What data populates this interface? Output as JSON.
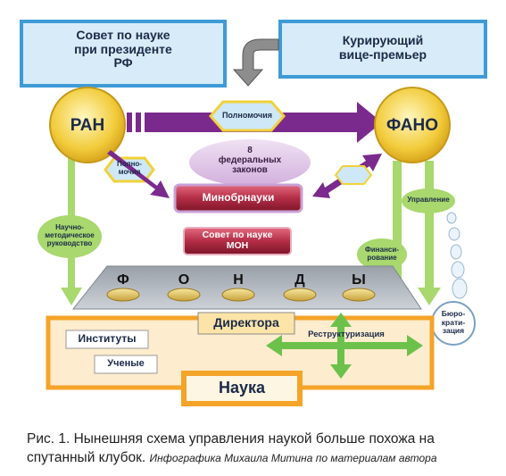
{
  "nodes": {
    "council_president": "Совет по науке\nпри президенте\nРФ",
    "vice_premier": "Курирующий\nвице-премьер",
    "ran": "РАН",
    "fano": "ФАНО",
    "powers_top": "Полномочия",
    "federal_laws": "8\nфедеральных\nзаконов",
    "powers_left": "Полно-\nмочия",
    "minobr": "Минобрнауки",
    "council_mon": "Совет по науке\nМОН",
    "method_guidance": "Научно-\nметодическое\nруководство",
    "management": "Управление",
    "financing": "Финанси-\nрование",
    "bureaucratization": "Бюро-\nкрати-\nзация",
    "funds": [
      "Ф",
      "О",
      "Н",
      "Д",
      "Ы"
    ],
    "directors": "Директора",
    "institutes": "Институты",
    "scientists": "Ученые",
    "restructuring": "Реструктуризация",
    "science": "Наука"
  },
  "caption": {
    "text": "Рис. 1. Нынешняя схема управления наукой больше похожа на спутанный клубок.",
    "source": "Инфографика Михаила Митина по материалам автора"
  },
  "colors": {
    "purple": "#7a2a8c",
    "green": "#7cc142",
    "light_green": "#a8d86e",
    "blue_box": "#d7ecf8",
    "gold": "#f2cc3c",
    "orange": "#f4a428",
    "dark_red": "#a3233a"
  }
}
